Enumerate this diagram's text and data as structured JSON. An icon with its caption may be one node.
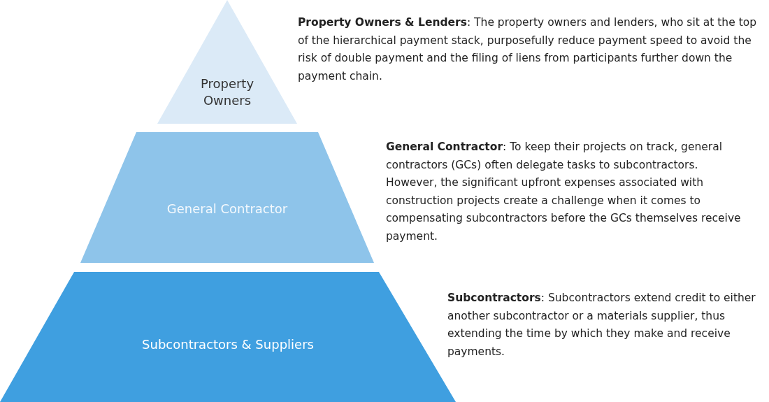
{
  "diagram": {
    "nodes": [
      {
        "text": [
          "Property Owners"
        ],
        "beside": [
          "**Property Owners & Lenders**: The property owners and lenders, who sit at the top of the hierarchical payment stack, purposefully reduce payment speed to avoid the risk of double payment and the filing of liens from participants further down the payment chain."
        ]
      },
      {
        "text": [
          "General Contractor"
        ],
        "beside": [
          "**General Contractor**: To keep their projects on track, general contractors (GCs) often delegate tasks to subcontractors. However, the significant upfront expenses associated with construction projects create a challenge when it comes to compensating subcontractors before the GCs themselves receive payment."
        ]
      },
      {
        "text": [
          "Subcontractors & Suppliers"
        ],
        "beside": [
          "**Subcontractors**: Subcontractors extend credit to either another subcontractor or a materials supplier, thus extending the time by which they make and receive payments."
        ]
      }
    ],
    "edges": []
  }
}
